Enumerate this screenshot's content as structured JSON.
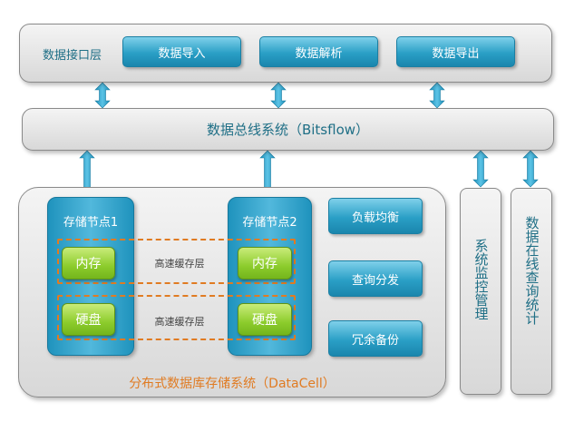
{
  "interface_layer": {
    "label": "数据接口层",
    "buttons": [
      "数据导入",
      "数据解析",
      "数据导出"
    ]
  },
  "bus": {
    "label": "数据总线系统（Bitsflow）"
  },
  "storage": {
    "label": "分布式数据库存储系统（DataCell）",
    "nodes": [
      {
        "title": "存储节点1",
        "memory": "内存",
        "disk": "硬盘"
      },
      {
        "title": "存储节点2",
        "memory": "内存",
        "disk": "硬盘"
      }
    ],
    "cache_labels": [
      "高速缓存层",
      "高速缓存层"
    ],
    "functions": [
      "负载均衡",
      "查询分发",
      "冗余备份"
    ]
  },
  "side_panels": {
    "monitor": "系统监控管理",
    "stats": "数据在线查询统计"
  },
  "colors": {
    "blue_button": "#2a9fc6",
    "green_button": "#8ccc2c",
    "dashed_border": "#e07b22",
    "label_text": "#1f6f86",
    "storage_label": "#e07b22",
    "arrow": "#29a3cf"
  }
}
